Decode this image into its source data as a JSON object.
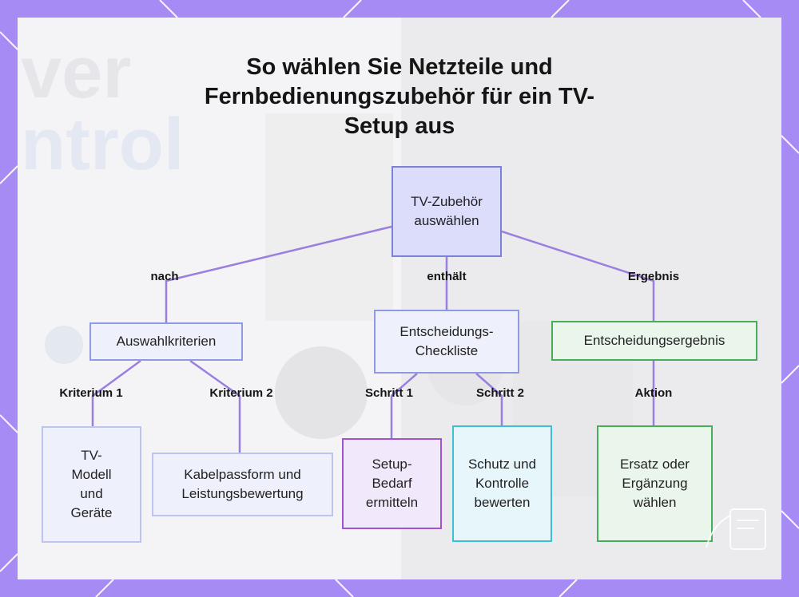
{
  "title": "So wählen Sie Netzteile und Fernbedienungszubehör für ein TV-Setup aus",
  "colors": {
    "frame": "#a78bf5",
    "panel": "#f4f3f5",
    "connector": "#9b7fe0",
    "root_fill": "#dcdcfb",
    "purple_border": "#a453d0",
    "cyan_border": "#3fbfd6",
    "green_border": "#46ad58"
  },
  "nodes": {
    "root": "TV-Zubehör auswählen",
    "kriterien": "Auswahlkriterien",
    "checkliste": "Entscheidungs-Checkliste",
    "ergebnis": "Entscheidungsergebnis",
    "tv_modell": "TV-Modell und Geräte",
    "kabel": "Kabelpassform und Leistungsbewertung",
    "setup": "Setup-Bedarf ermitteln",
    "schutz": "Schutz und Kontrolle bewerten",
    "ersatz": "Ersatz oder Ergänzung wählen"
  },
  "edges": {
    "nach": "nach",
    "enthaelt": "enthält",
    "ergebnis": "Ergebnis",
    "kriterium1": "Kriterium 1",
    "kriterium2": "Kriterium 2",
    "schritt1": "Schritt 1",
    "schritt2": "Schritt 2",
    "aktion": "Aktion"
  },
  "background_lettering": "Power Control"
}
